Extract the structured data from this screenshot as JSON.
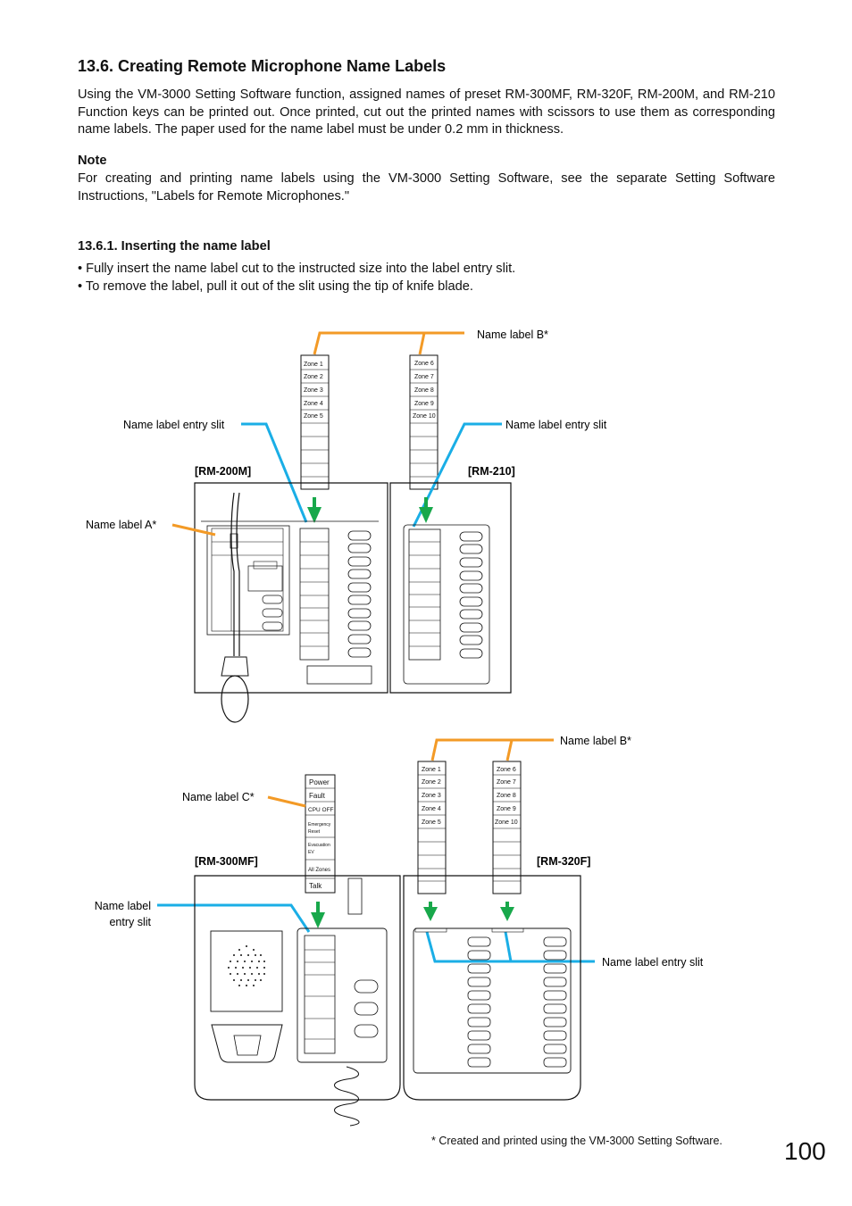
{
  "section": {
    "title": "13.6. Creating Remote Microphone Name Labels",
    "intro": "Using the VM-3000 Setting Software function, assigned names of preset RM-300MF, RM-320F, RM-200M, and RM-210 Function keys can be printed out. Once printed, cut out the printed names with scissors to use them as corresponding name labels. The paper used for the name label must be under 0.2 mm in thickness.",
    "note_title": "Note",
    "note_text": "For creating and printing name labels using the VM-3000 Setting Software, see the separate Setting Software Instructions, \"Labels for Remote Microphones.\""
  },
  "subsection": {
    "title": "13.6.1. Inserting the name label",
    "bullets": [
      "• Fully insert the name label cut to the instructed size into the label entry slit.",
      "• To remove the label, pull it out of the slit using the tip of knife blade."
    ]
  },
  "diagram": {
    "callouts": {
      "name_label_b_top": "Name label B*",
      "entry_slit_left_top": "Name label entry slit",
      "entry_slit_right_top": "Name label entry slit",
      "name_label_a": "Name label A*",
      "name_label_b_bottom": "Name label B*",
      "name_label_c": "Name label C*",
      "entry_slit_bottom_left_1": "Name label",
      "entry_slit_bottom_left_2": "entry slit",
      "entry_slit_bottom_right": "Name label entry slit"
    },
    "models": {
      "rm200m": "[RM-200M]",
      "rm210": "[RM-210]",
      "rm300mf": "[RM-300MF]",
      "rm320f": "[RM-320F]"
    },
    "label_strip_1": [
      "Zone 1",
      "Zone 2",
      "Zone 3",
      "Zone 4",
      "Zone 5"
    ],
    "label_strip_2": [
      "Zone 6",
      "Zone 7",
      "Zone 8",
      "Zone 9",
      "Zone 10"
    ],
    "label_c": [
      "Power",
      "Fault",
      "CPU OFF",
      "Emergency",
      "Reset",
      "Evacuation",
      "EV",
      "All Zones",
      "Talk"
    ],
    "colors": {
      "orange": "#f39a26",
      "blue": "#1aaee6",
      "green": "#18a84b"
    }
  },
  "footnote": "* Created and printed using the VM-3000 Setting Software.",
  "page_number": "100"
}
